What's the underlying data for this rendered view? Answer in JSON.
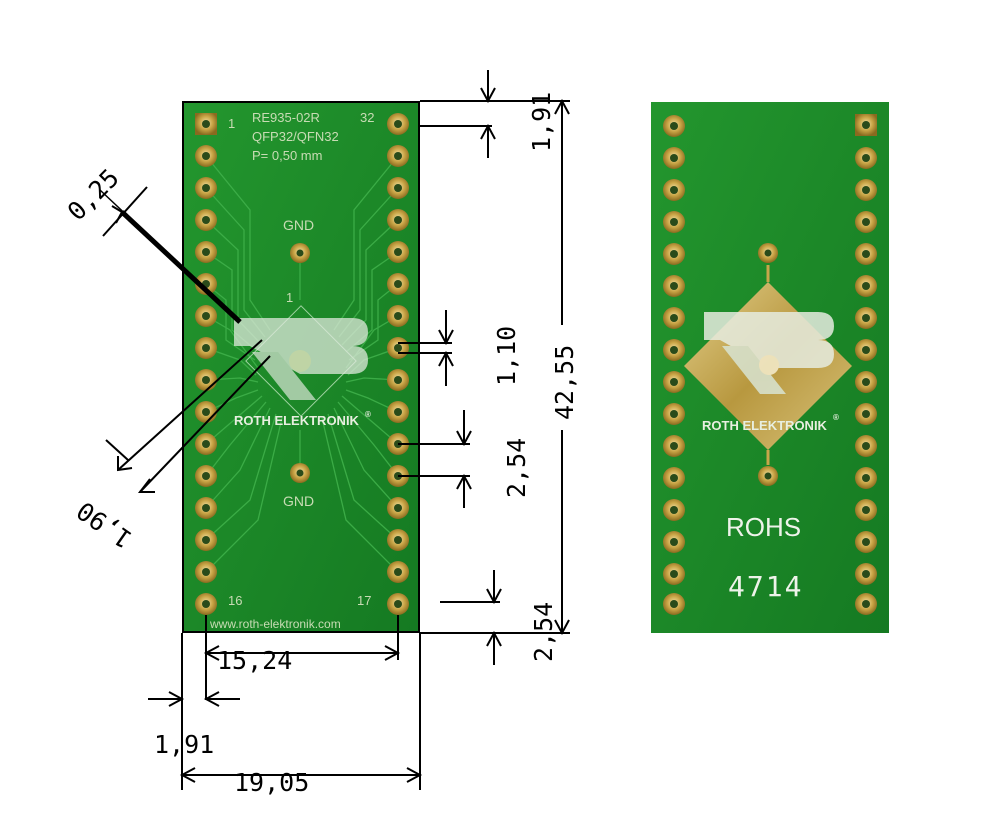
{
  "front_board": {
    "part_number": "RE935-02R",
    "package": "QFP32/QFN32",
    "pitch": "P= 0,50 mm",
    "pin_first": "1",
    "pin_last_top": "32",
    "pin_bottom_left": "16",
    "pin_bottom_right": "17",
    "center_pin": "1",
    "gnd_top": "GND",
    "gnd_bottom": "GND",
    "website": "www.roth-elektronik.com",
    "brand": "ROTH ELEKTRONIK",
    "registered": "®"
  },
  "back_board": {
    "brand": "ROTH ELEKTRONIK",
    "registered": "®",
    "rohs": "ROHS",
    "code": "4714"
  },
  "dimensions": {
    "top_offset": "1,91",
    "pad_width": "0,25",
    "pad_pitch_small": "1,10",
    "diagonal": "1,90",
    "pin_pitch": "2,54",
    "total_height": "42,55",
    "bottom_offset": "2,54",
    "row_spacing": "15,24",
    "left_offset": "1,91",
    "total_width": "19,05"
  },
  "colors": {
    "pcb_green": "#1f8a2a",
    "pad_gold": "#c8a64a",
    "line": "#000000"
  }
}
